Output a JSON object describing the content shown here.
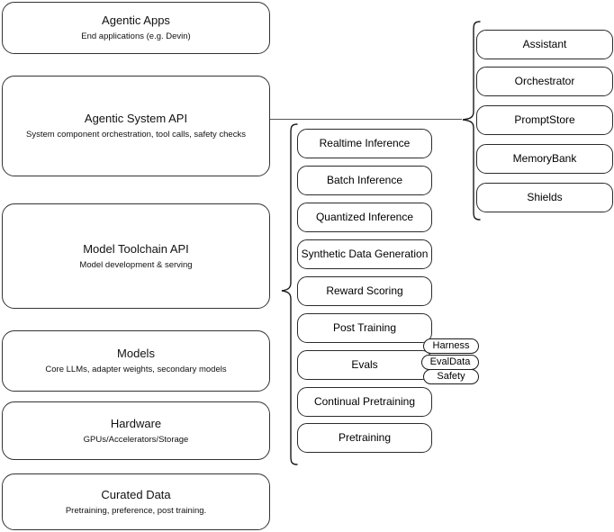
{
  "diagram": {
    "title": "Agentic stack layered architecture diagram",
    "stroke_color": "#2b2b2b",
    "background_color": "#ffffff",
    "layers": [
      {
        "name": "agentic-apps",
        "title": "Agentic Apps",
        "subtitle": "End applications (e.g. Devin)"
      },
      {
        "name": "agentic-system-api",
        "title": "Agentic System API",
        "subtitle": "System component orchestration, tool calls, safety checks"
      },
      {
        "name": "model-toolchain-api",
        "title": "Model Toolchain API",
        "subtitle": "Model development & serving"
      },
      {
        "name": "models",
        "title": "Models",
        "subtitle": "Core LLMs, adapter weights, secondary models"
      },
      {
        "name": "hardware",
        "title": "Hardware",
        "subtitle": "GPUs/Accelerators/Storage"
      },
      {
        "name": "curated-data",
        "title": "Curated Data",
        "subtitle": "Pretraining, preference, post training."
      }
    ],
    "toolchain_capabilities": [
      {
        "name": "realtime-inference",
        "label": "Realtime Inference"
      },
      {
        "name": "batch-inference",
        "label": "Batch Inference"
      },
      {
        "name": "quantized-inference",
        "label": "Quantized Inference"
      },
      {
        "name": "synthetic-data-generation",
        "label": "Synthetic Data Generation"
      },
      {
        "name": "reward-scoring",
        "label": "Reward Scoring"
      },
      {
        "name": "post-training",
        "label": "Post Training"
      },
      {
        "name": "evals",
        "label": "Evals"
      },
      {
        "name": "continual-pretraining",
        "label": "Continual Pretraining"
      },
      {
        "name": "pretraining",
        "label": "Pretraining"
      }
    ],
    "eval_subcomponents": [
      {
        "name": "harness",
        "label": "Harness"
      },
      {
        "name": "evaldata",
        "label": "EvalData"
      },
      {
        "name": "safety",
        "label": "Safety"
      }
    ],
    "system_components": [
      {
        "name": "assistant",
        "label": "Assistant"
      },
      {
        "name": "orchestrator",
        "label": "Orchestrator"
      },
      {
        "name": "promptstore",
        "label": "PromptStore"
      },
      {
        "name": "memorybank",
        "label": "MemoryBank"
      },
      {
        "name": "shields",
        "label": "Shields"
      }
    ]
  }
}
